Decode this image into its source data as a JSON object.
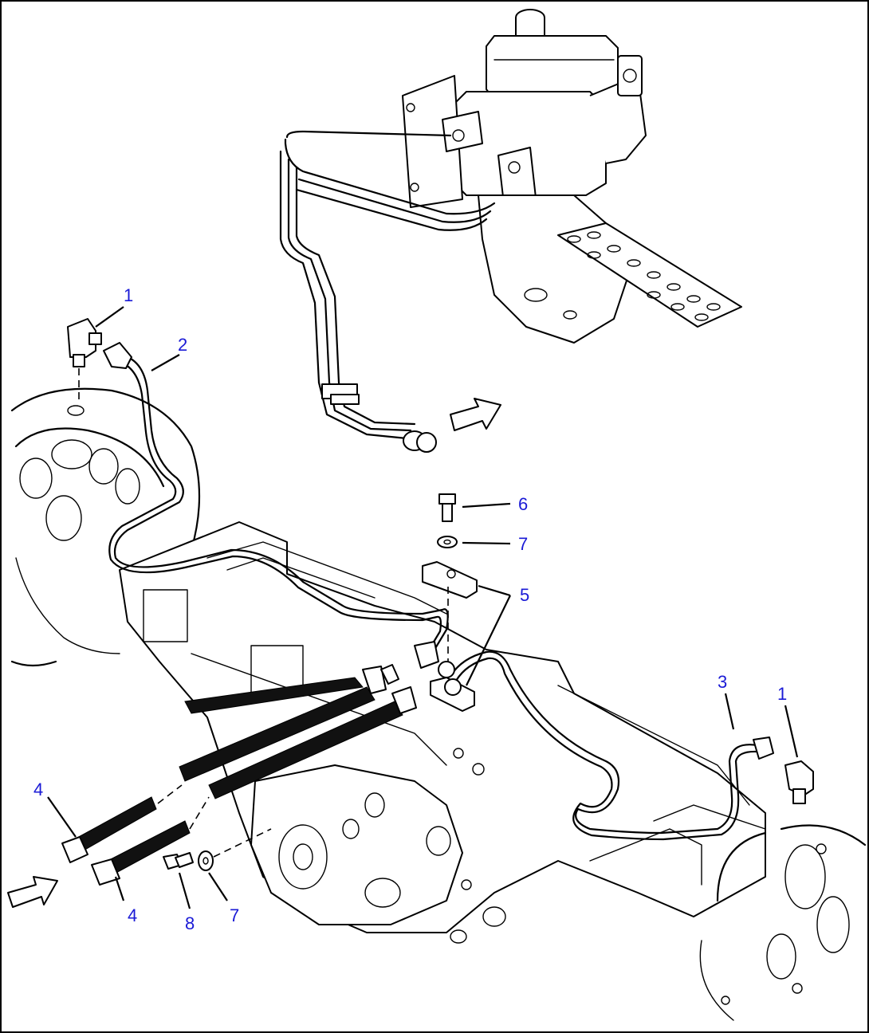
{
  "callouts": [
    {
      "id": "1a",
      "label": "1"
    },
    {
      "id": "2",
      "label": "2"
    },
    {
      "id": "6",
      "label": "6"
    },
    {
      "id": "7a",
      "label": "7"
    },
    {
      "id": "5",
      "label": "5"
    },
    {
      "id": "3",
      "label": "3"
    },
    {
      "id": "1b",
      "label": "1"
    },
    {
      "id": "4a",
      "label": "4"
    },
    {
      "id": "4b",
      "label": "4"
    },
    {
      "id": "8",
      "label": "8"
    },
    {
      "id": "7b",
      "label": "7"
    }
  ]
}
